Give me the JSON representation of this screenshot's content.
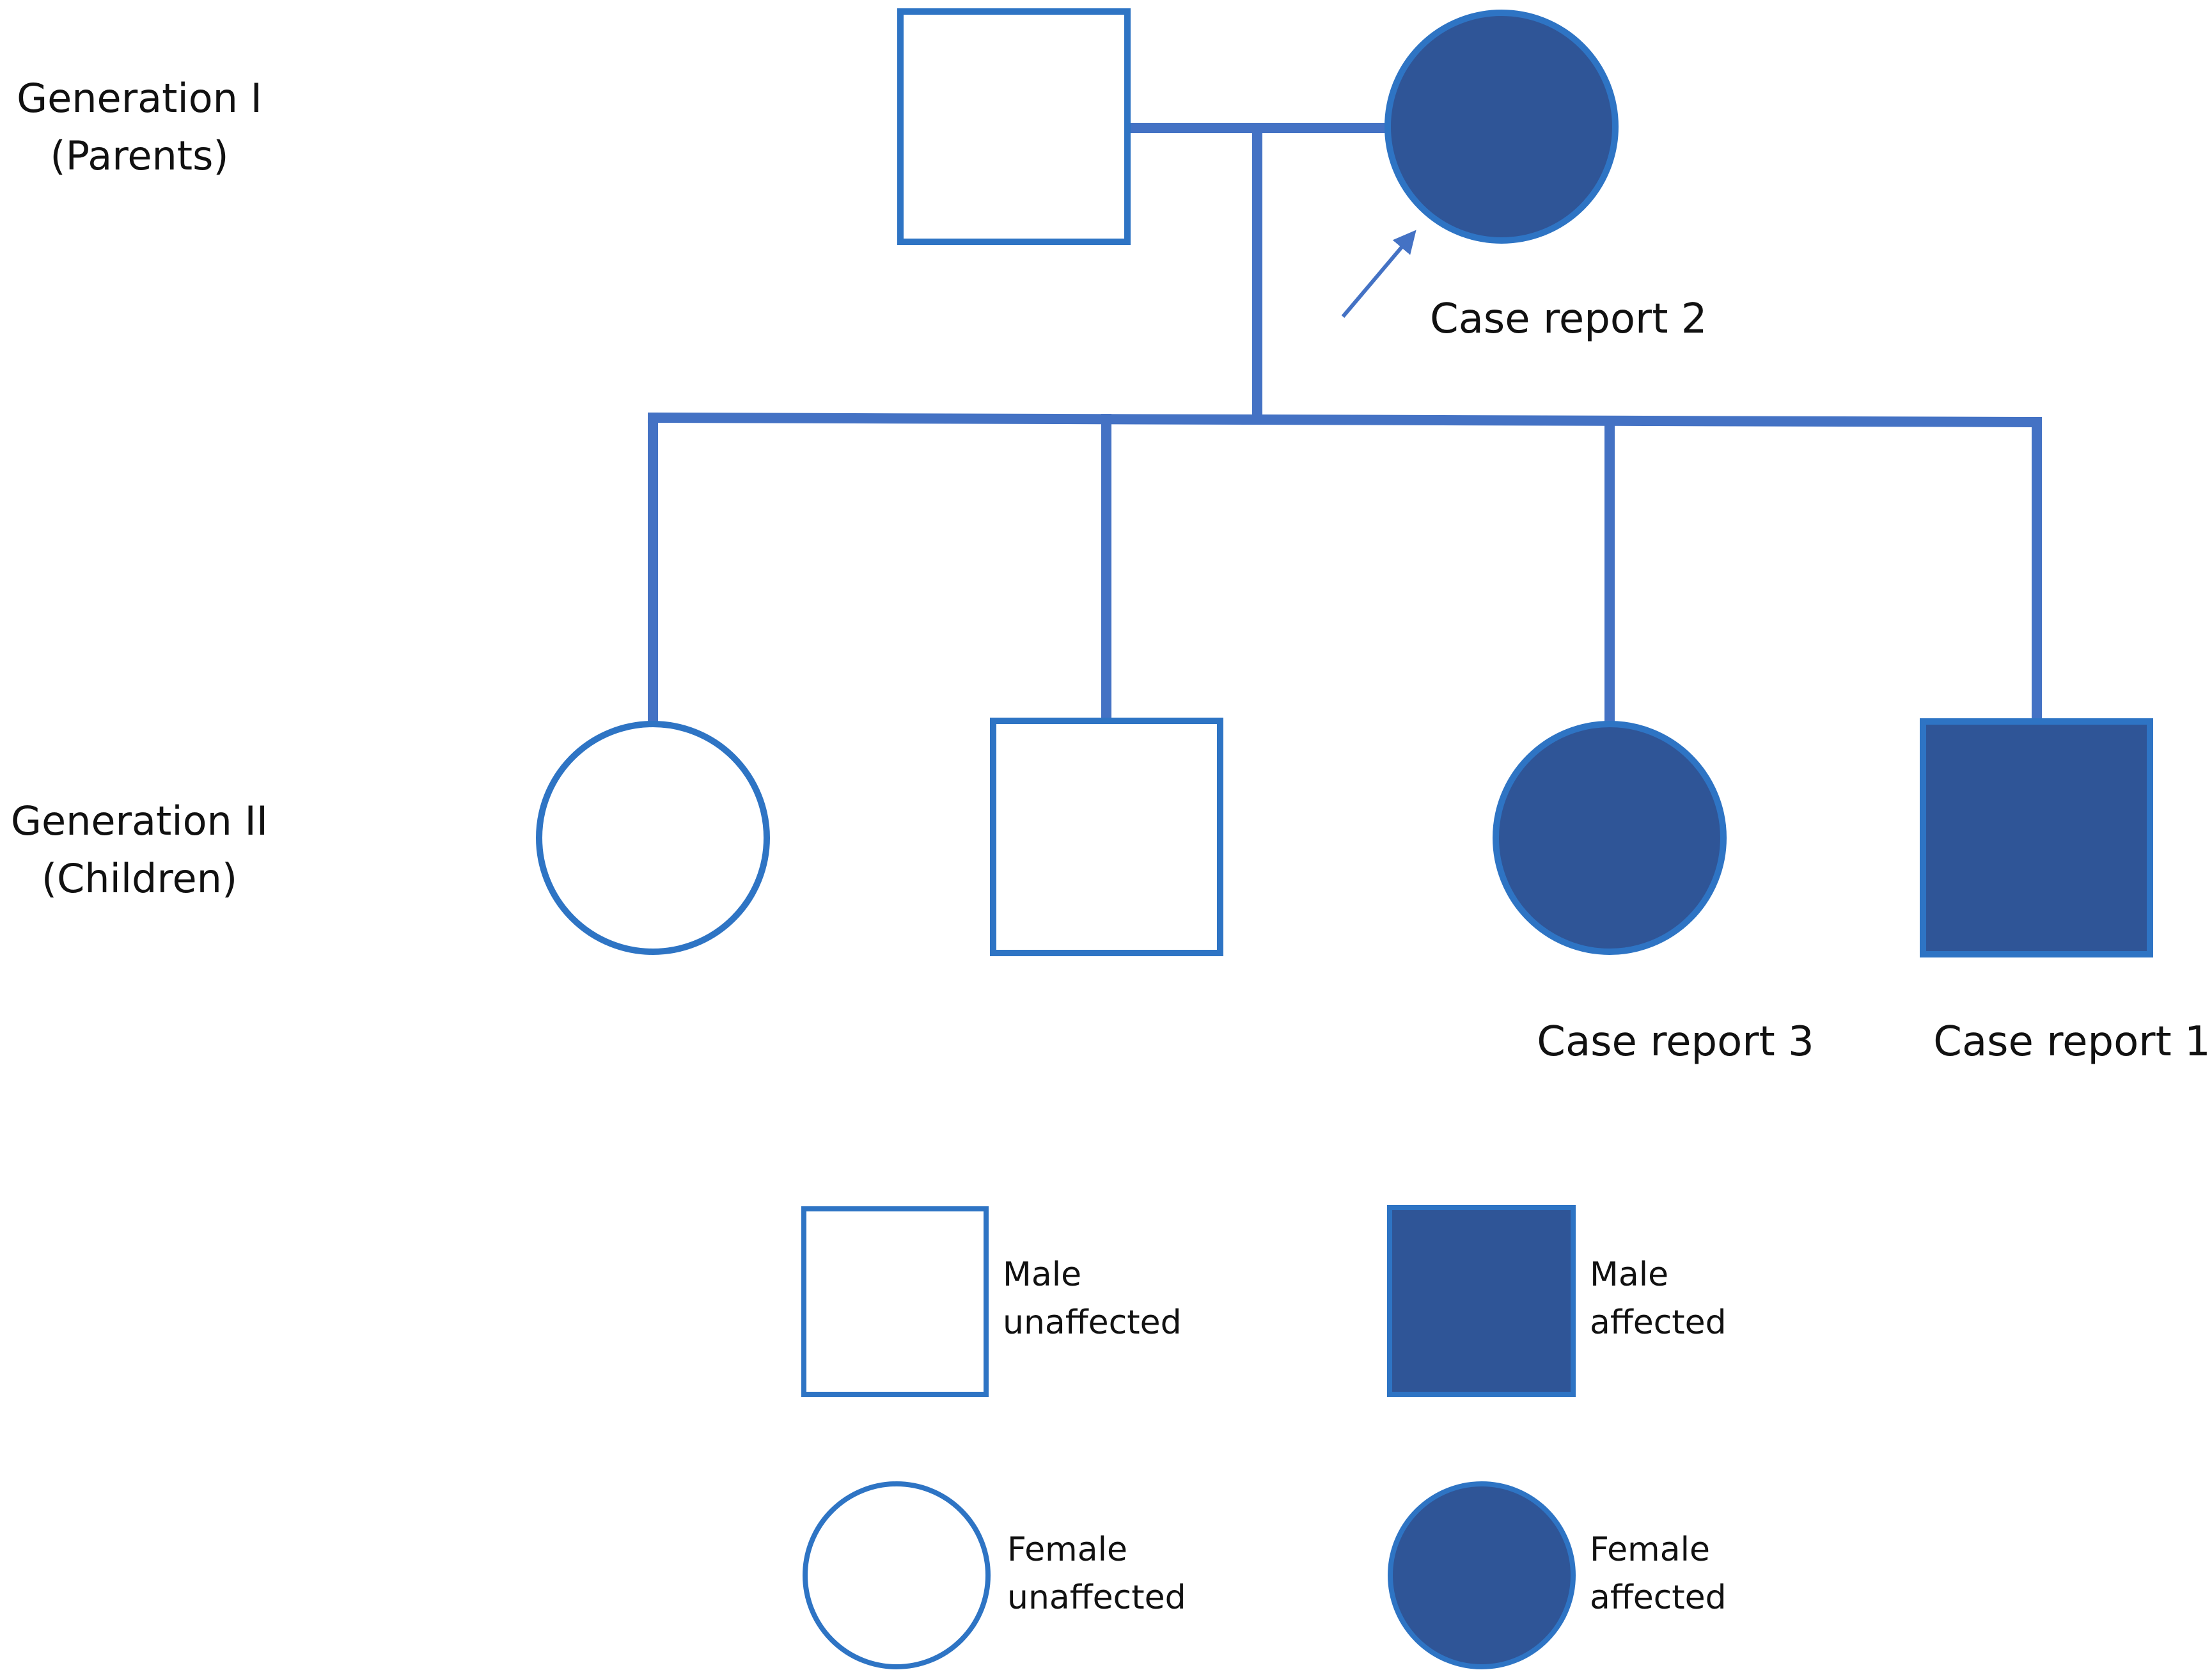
{
  "colors": {
    "line": "#4472C4",
    "outline": "#2E74C4",
    "affected_fill": "#2F5597",
    "background": "#FFFFFF",
    "text": "#111111"
  },
  "generations": {
    "gen1": {
      "line1": "Generation I",
      "line2": "(Parents)"
    },
    "gen2": {
      "line1": "Generation  II",
      "line2": "(Children)"
    }
  },
  "individuals": [
    {
      "id": "father",
      "generation": "I",
      "sex": "male",
      "affected": false,
      "label": ""
    },
    {
      "id": "mother",
      "generation": "I",
      "sex": "female",
      "affected": true,
      "label": "Case report 2",
      "proband_arrow": true
    },
    {
      "id": "child-1",
      "generation": "II",
      "sex": "female",
      "affected": false,
      "label": ""
    },
    {
      "id": "child-2",
      "generation": "II",
      "sex": "male",
      "affected": false,
      "label": ""
    },
    {
      "id": "child-3",
      "generation": "II",
      "sex": "female",
      "affected": true,
      "label": "Case report 3"
    },
    {
      "id": "child-4",
      "generation": "II",
      "sex": "male",
      "affected": true,
      "label": "Case report 1"
    }
  ],
  "legend": {
    "male_unaffected": {
      "line1": "Male",
      "line2": "unaffected"
    },
    "male_affected": {
      "line1": "Male",
      "line2": "affected"
    },
    "female_unaffected": {
      "line1": "Female",
      "line2": "unaffected"
    },
    "female_affected": {
      "line1": "Female",
      "line2": "affected"
    }
  }
}
